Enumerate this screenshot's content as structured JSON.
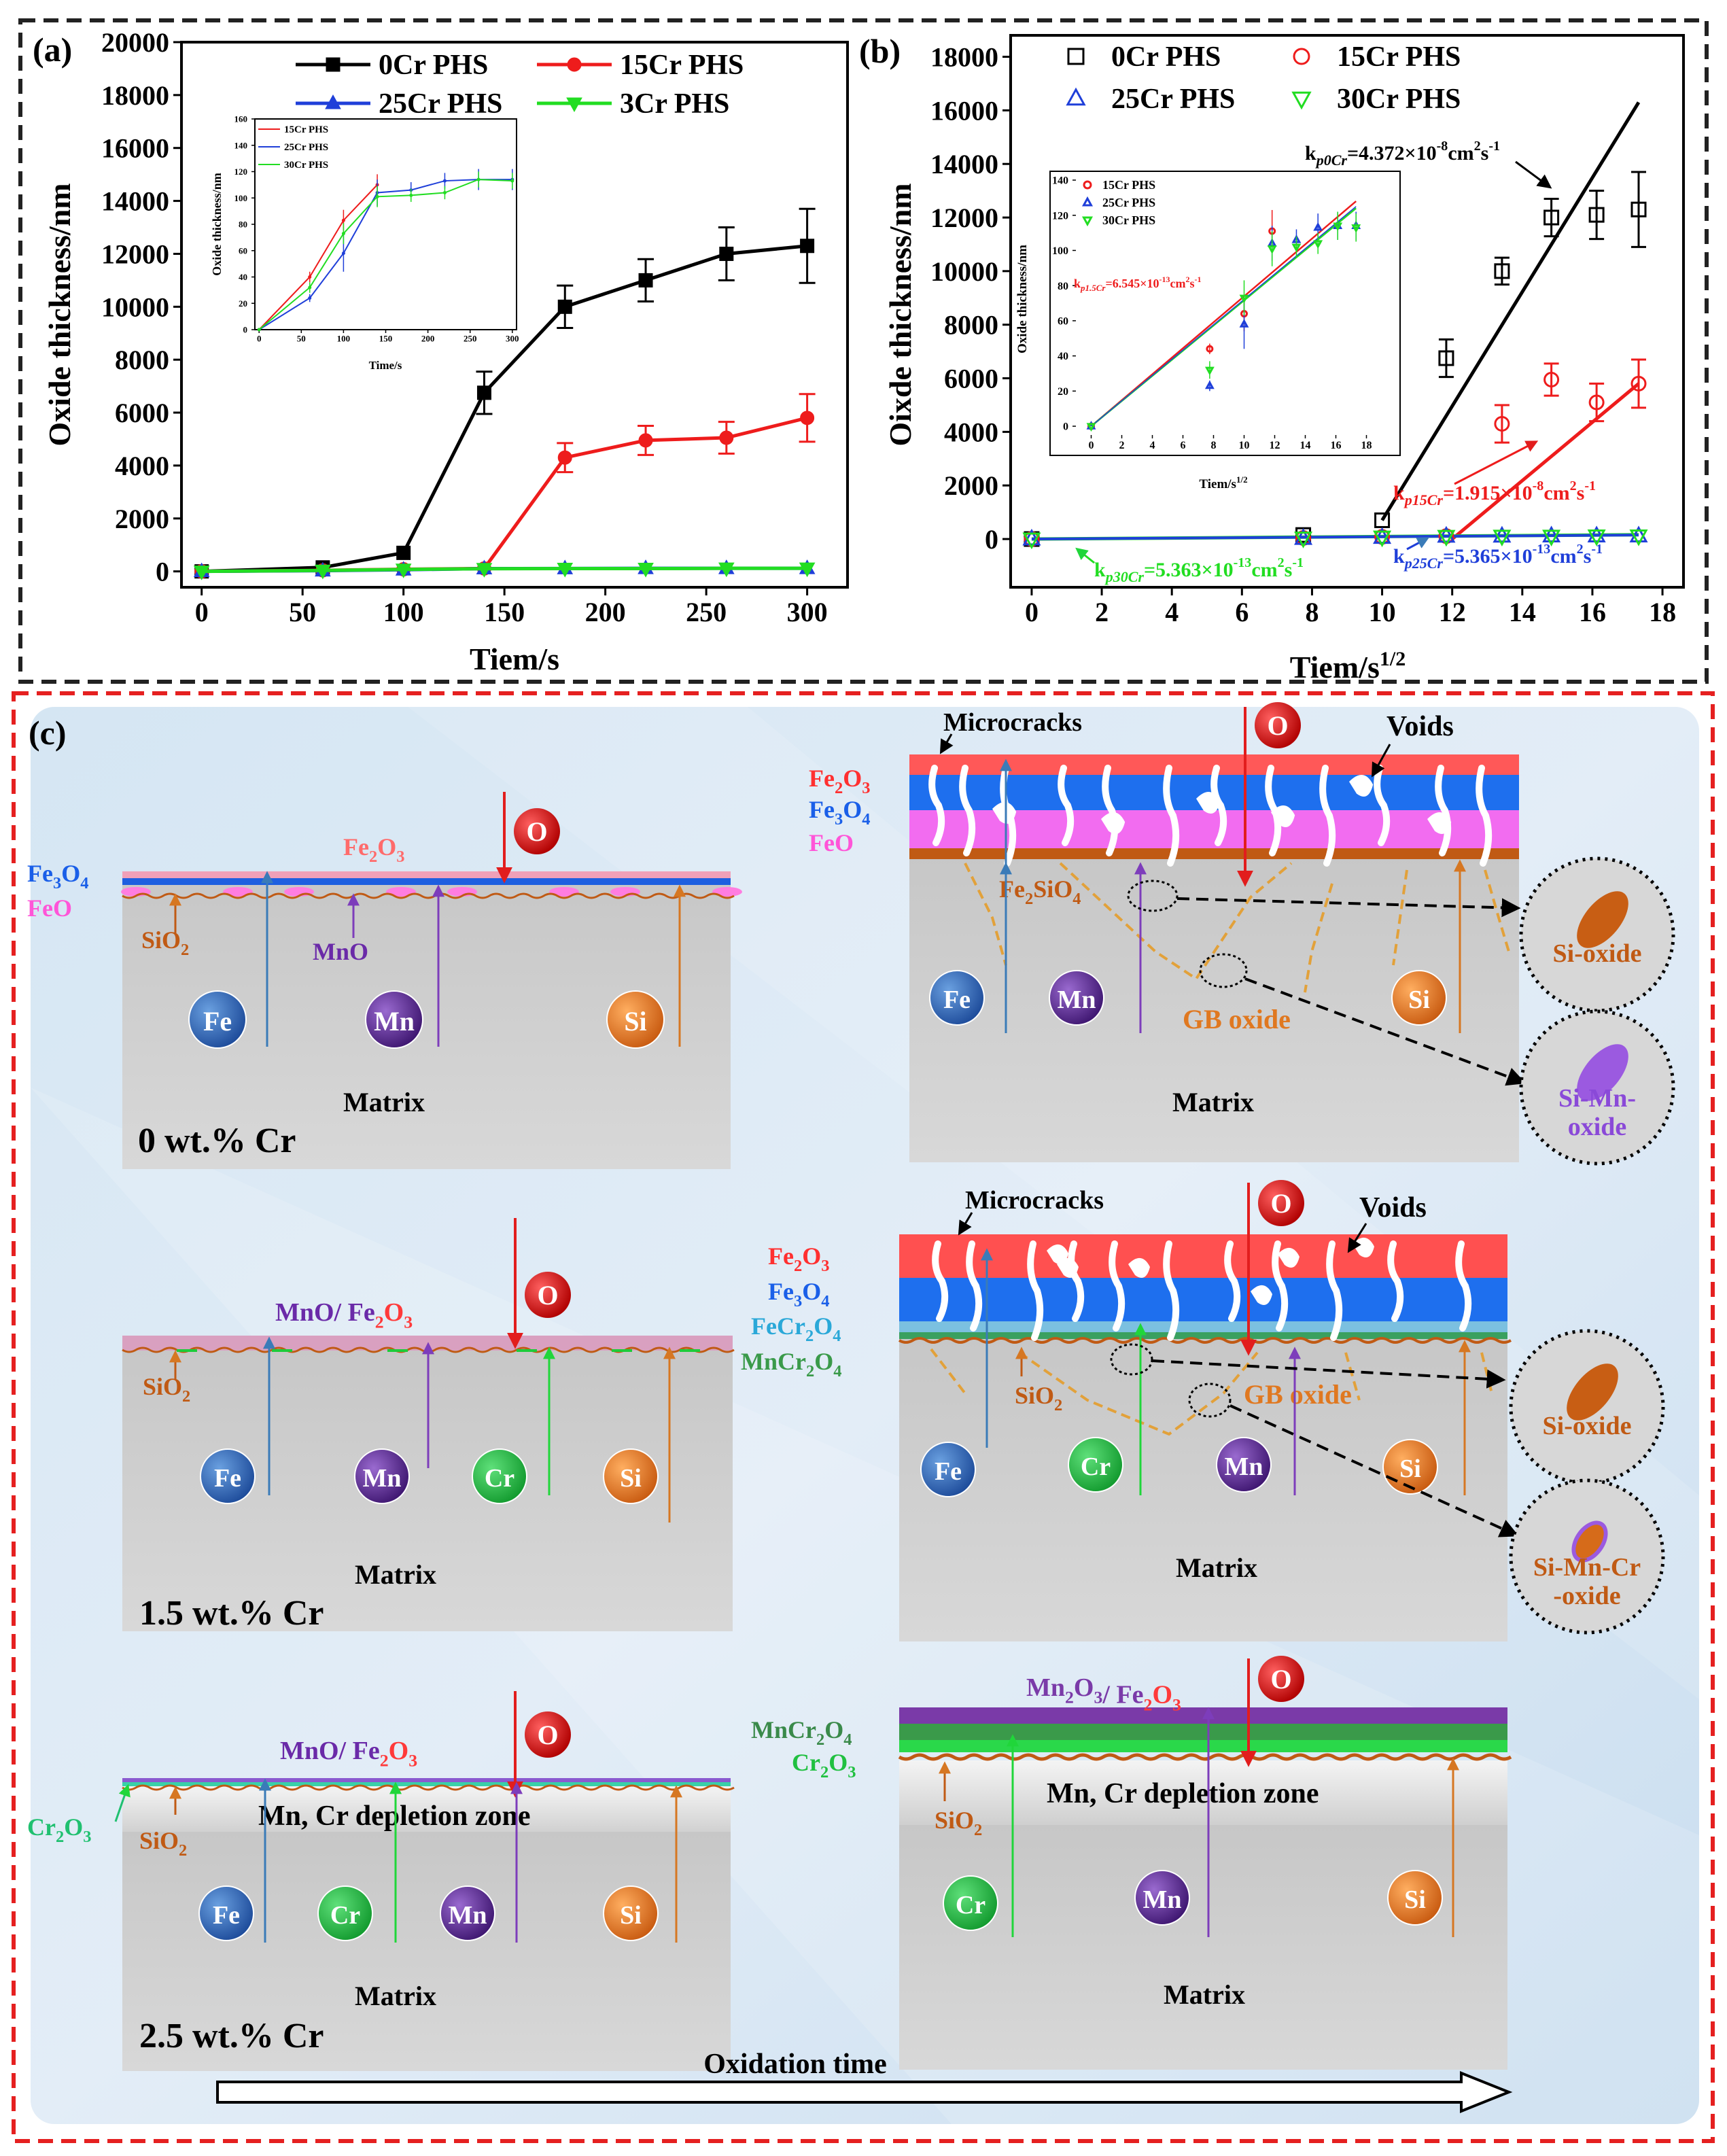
{
  "panels": {
    "a": {
      "letter": "(a)",
      "xlabel": "Tiem/s",
      "ylabel": "Oxide thickness/nm",
      "inset_xlabel": "Time/s",
      "inset_ylabel": "Oxide thickness/nm"
    },
    "b": {
      "letter": "(b)",
      "xlabel": "Tiem/s",
      "xlabel_sup": "1/2",
      "ylabel": "Oixde thickness/nm",
      "inset_xlabel": "Tiem/s",
      "inset_xlabel_sup": "1/2",
      "inset_ylabel": "Oxide thickness/nm",
      "k_labels": {
        "k0": "k",
        "k0_sub": "p0Cr",
        "k0_val": "=4.372×10",
        "k0_exp": "-8",
        "k0_unit": "cm",
        "k0_unit2": "s",
        "k0_exp2": "-1",
        "k15": "k",
        "k15_sub": "p15Cr",
        "k15_val": "=1.915×10",
        "k15_exp": "-8",
        "k30": "k",
        "k30_sub": "p30Cr",
        "k30_val": "=5.363×10",
        "k30_exp": "-13",
        "k25": "k",
        "k25_sub": "p25Cr",
        "k25_val": "=5.365×10",
        "k25_exp": "-13",
        "kinset": "k",
        "kinset_sub": "p1.5Cr",
        "kinset_val": "=6.545×10",
        "kinset_exp": "-13",
        "sq": "2",
        "unit_s": "s",
        "unit_cm": "cm"
      }
    },
    "c": {
      "letter": "(c)",
      "labels": {
        "o": "O",
        "fe2o3": "Fe",
        "fe3o4": "Fe",
        "feo": "FeO",
        "sio2": "SiO",
        "mno": "MnO",
        "mno_fe2o3": "MnO/ Fe",
        "cr2o3": "Cr",
        "mncr2o4": "MnCr",
        "fecr2o4": "FeCr",
        "fe2sio4": "Fe",
        "mn2o3": "Mn",
        "fe": "Fe",
        "mn": "Mn",
        "si": "Si",
        "cr": "Cr",
        "matrix": "Matrix",
        "cr0": "0 wt.% Cr",
        "cr15": "1.5 wt.% Cr",
        "cr25": "2.5 wt.% Cr",
        "microcracks": "Microcracks",
        "voids": "Voids",
        "gb_oxide": "GB oxide",
        "depletion": "Mn, Cr depletion zone",
        "si_oxide": "Si-oxide",
        "si_mn_oxide_1": "Si-Mn-",
        "si_mn_oxide_2": "oxide",
        "si_mn_cr_1": "Si-Mn-Cr",
        "si_mn_cr_2": "-oxide",
        "oxidation_time": "Oxidation time"
      }
    }
  },
  "chart_data": [
    {
      "type": "line",
      "panel": "a",
      "xlabel": "Tiem/s",
      "ylabel": "Oxide thickness/nm",
      "xlim": [
        -10,
        320
      ],
      "ylim": [
        -600,
        20000
      ],
      "xticks": [
        0,
        50,
        100,
        150,
        200,
        250,
        300
      ],
      "yticks": [
        0,
        2000,
        4000,
        6000,
        8000,
        10000,
        12000,
        14000,
        16000,
        18000,
        20000
      ],
      "legend_position": "top",
      "series": [
        {
          "name": "0Cr PHS",
          "color": "#000000",
          "marker": "square",
          "x": [
            0,
            60,
            100,
            140,
            180,
            220,
            260,
            300
          ],
          "y": [
            0,
            150,
            700,
            6750,
            10000,
            11000,
            12000,
            12300
          ],
          "err": [
            0,
            0,
            0,
            800,
            800,
            800,
            1000,
            1400
          ]
        },
        {
          "name": "15Cr PHS",
          "color": "#ee1c1c",
          "marker": "circle",
          "x": [
            0,
            60,
            100,
            140,
            180,
            220,
            260,
            300
          ],
          "y": [
            0,
            40,
            80,
            110,
            4300,
            4950,
            5050,
            5800
          ],
          "err": [
            0,
            0,
            0,
            0,
            550,
            550,
            600,
            900
          ]
        },
        {
          "name": "25Cr PHS",
          "color": "#1f3fd9",
          "marker": "triangle-up",
          "x": [
            0,
            60,
            100,
            140,
            180,
            220,
            260,
            300
          ],
          "y": [
            0,
            25,
            60,
            105,
            110,
            115,
            115,
            115
          ],
          "err": [
            0,
            0,
            0,
            0,
            0,
            0,
            0,
            0
          ]
        },
        {
          "name": "3Cr PHS",
          "color": "#22dd22",
          "marker": "triangle-down",
          "x": [
            0,
            60,
            100,
            140,
            180,
            220,
            260,
            300
          ],
          "y": [
            0,
            35,
            75,
            100,
            105,
            105,
            115,
            115
          ],
          "err": [
            0,
            0,
            0,
            0,
            0,
            0,
            0,
            0
          ]
        }
      ]
    },
    {
      "type": "line",
      "panel": "a-inset",
      "xlim": [
        -5,
        305
      ],
      "ylim": [
        0,
        160
      ],
      "xticks": [
        0,
        50,
        100,
        150,
        200,
        250,
        300
      ],
      "yticks": [
        0,
        20,
        40,
        60,
        80,
        100,
        120,
        140,
        160
      ],
      "series": [
        {
          "name": "15Cr PHS",
          "color": "#ee1c1c",
          "x": [
            0,
            60,
            100,
            140
          ],
          "y": [
            0,
            40,
            83,
            110
          ],
          "err": [
            0,
            4,
            8,
            8
          ]
        },
        {
          "name": "25Cr PHS",
          "color": "#1f3fd9",
          "x": [
            0,
            60,
            100,
            140,
            180,
            220,
            260,
            300
          ],
          "y": [
            0,
            24,
            58,
            104,
            106,
            113,
            114,
            114
          ],
          "err": [
            0,
            3,
            14,
            10,
            6,
            6,
            8,
            8
          ]
        },
        {
          "name": "30Cr PHS",
          "color": "#22dd22",
          "x": [
            0,
            60,
            100,
            140,
            180,
            220,
            260,
            300
          ],
          "y": [
            0,
            32,
            73,
            101,
            102,
            104,
            114,
            113
          ],
          "err": [
            0,
            4,
            8,
            8,
            5,
            5,
            6,
            6
          ]
        }
      ]
    },
    {
      "type": "scatter",
      "panel": "b",
      "xlabel": "Tiem/s^1/2",
      "ylabel": "Oixde thickness/nm",
      "xlim": [
        -0.6,
        18.6
      ],
      "ylim": [
        -1800,
        18800
      ],
      "xticks": [
        0,
        2,
        4,
        6,
        8,
        10,
        12,
        14,
        16,
        18
      ],
      "yticks": [
        0,
        2000,
        4000,
        6000,
        8000,
        10000,
        12000,
        14000,
        16000,
        18000
      ],
      "legend_position": "top",
      "series": [
        {
          "name": "0Cr PHS",
          "color": "#000000",
          "marker": "open-square",
          "x": [
            0,
            7.75,
            10,
            11.83,
            13.42,
            14.83,
            16.12,
            17.32
          ],
          "y": [
            0,
            150,
            700,
            6750,
            10000,
            12000,
            12100,
            12300
          ],
          "err": [
            0,
            0,
            0,
            700,
            500,
            700,
            900,
            1400
          ],
          "fit": {
            "x": [
              10,
              17.32
            ],
            "y": [
              700,
              16300
            ]
          }
        },
        {
          "name": "15Cr PHS",
          "color": "#ee1c1c",
          "marker": "open-circle",
          "x": [
            0,
            7.75,
            10,
            11.83,
            13.42,
            14.83,
            16.12,
            17.32
          ],
          "y": [
            0,
            40,
            80,
            110,
            4300,
            5950,
            5100,
            5800
          ],
          "err": [
            0,
            0,
            0,
            0,
            700,
            600,
            700,
            900
          ],
          "fit": {
            "x": [
              12,
              17.32
            ],
            "y": [
              0,
              5800
            ]
          }
        },
        {
          "name": "25Cr PHS",
          "color": "#1f3fd9",
          "marker": "open-triangle-up",
          "x": [
            0,
            7.75,
            10,
            11.83,
            13.42,
            14.83,
            16.12,
            17.32
          ],
          "y": [
            0,
            25,
            60,
            105,
            110,
            115,
            115,
            115
          ]
        },
        {
          "name": "30Cr PHS",
          "color": "#22dd22",
          "marker": "open-triangle-down",
          "x": [
            0,
            7.75,
            10,
            11.83,
            13.42,
            14.83,
            16.12,
            17.32
          ],
          "y": [
            0,
            35,
            75,
            100,
            105,
            105,
            115,
            115
          ],
          "fit": {
            "x": [
              0,
              17.32
            ],
            "y": [
              0,
              160
            ]
          }
        }
      ]
    },
    {
      "type": "scatter",
      "panel": "b-inset",
      "xlim": [
        -1,
        19
      ],
      "ylim": [
        -5,
        140
      ],
      "xticks": [
        0,
        2,
        4,
        6,
        8,
        10,
        12,
        14,
        16,
        18
      ],
      "yticks": [
        0,
        20,
        40,
        60,
        80,
        100,
        120,
        140
      ],
      "series": [
        {
          "name": "15Cr PHS",
          "color": "#ee1c1c",
          "marker": "open-circle",
          "x": [
            0,
            7.75,
            10,
            11.83
          ],
          "y": [
            0,
            44,
            64,
            111
          ],
          "err": [
            0,
            3,
            10,
            12
          ]
        },
        {
          "name": "25Cr PHS",
          "color": "#1f3fd9",
          "marker": "open-triangle-up",
          "x": [
            0,
            7.75,
            10,
            11.83,
            13.42,
            14.83,
            16.12,
            17.32
          ],
          "y": [
            0,
            23,
            58,
            104,
            106,
            113,
            114,
            114
          ],
          "err": [
            0,
            3,
            14,
            10,
            6,
            8,
            8,
            8
          ]
        },
        {
          "name": "30Cr PHS",
          "color": "#22dd22",
          "marker": "open-triangle-down",
          "x": [
            0,
            7.75,
            10,
            11.83,
            13.42,
            14.83,
            16.12,
            17.32
          ],
          "y": [
            0,
            32,
            73,
            101,
            102,
            104,
            114,
            113
          ],
          "err": [
            0,
            5,
            10,
            10,
            6,
            6,
            8,
            8
          ],
          "fit_red": {
            "x": [
              0,
              17.32
            ],
            "y": [
              0,
              128
            ]
          },
          "fit_green": {
            "x": [
              0,
              17.32
            ],
            "y": [
              0,
              124
            ]
          }
        }
      ]
    }
  ]
}
